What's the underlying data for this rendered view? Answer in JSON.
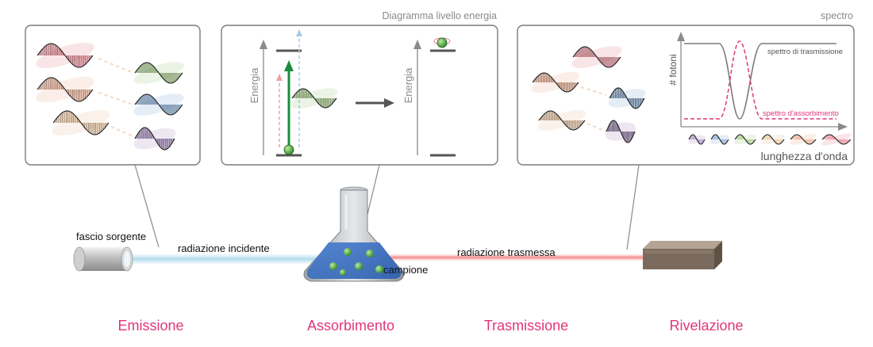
{
  "panels": {
    "energy_title": "Diagramma livello energia",
    "spectrum_title": "spectro",
    "energy_axis_label": "Energia",
    "photons_axis_label": "# fotoni",
    "wavelength_axis_label": "lunghezza d'onda",
    "transmission_label": "spettro di trasmissione",
    "absorption_label": "spettro d'assorbimento"
  },
  "scene": {
    "source_label": "fascio sorgente",
    "incident_label": "radiazione incidente",
    "transmitted_label": "radiazione trasmessa",
    "sample_label": "campione"
  },
  "stages": {
    "emission": "Emissione",
    "absorption": "Assorbimento",
    "transmission": "Trasmissione",
    "detection": "Rivelazione"
  },
  "colors": {
    "accent": "#e0367a",
    "panel_border": "#7a7a7a",
    "wave_red": "#e0707a",
    "wave_orange": "#e89a78",
    "wave_yellow": "#e6b98c",
    "wave_green": "#8fbf6a",
    "wave_blue": "#6e9ad0",
    "wave_purple": "#9a7ab8",
    "arrow_green": "#1a8c3c",
    "beam_red": "#f07878",
    "beam_blue": "#bfe0ee"
  }
}
